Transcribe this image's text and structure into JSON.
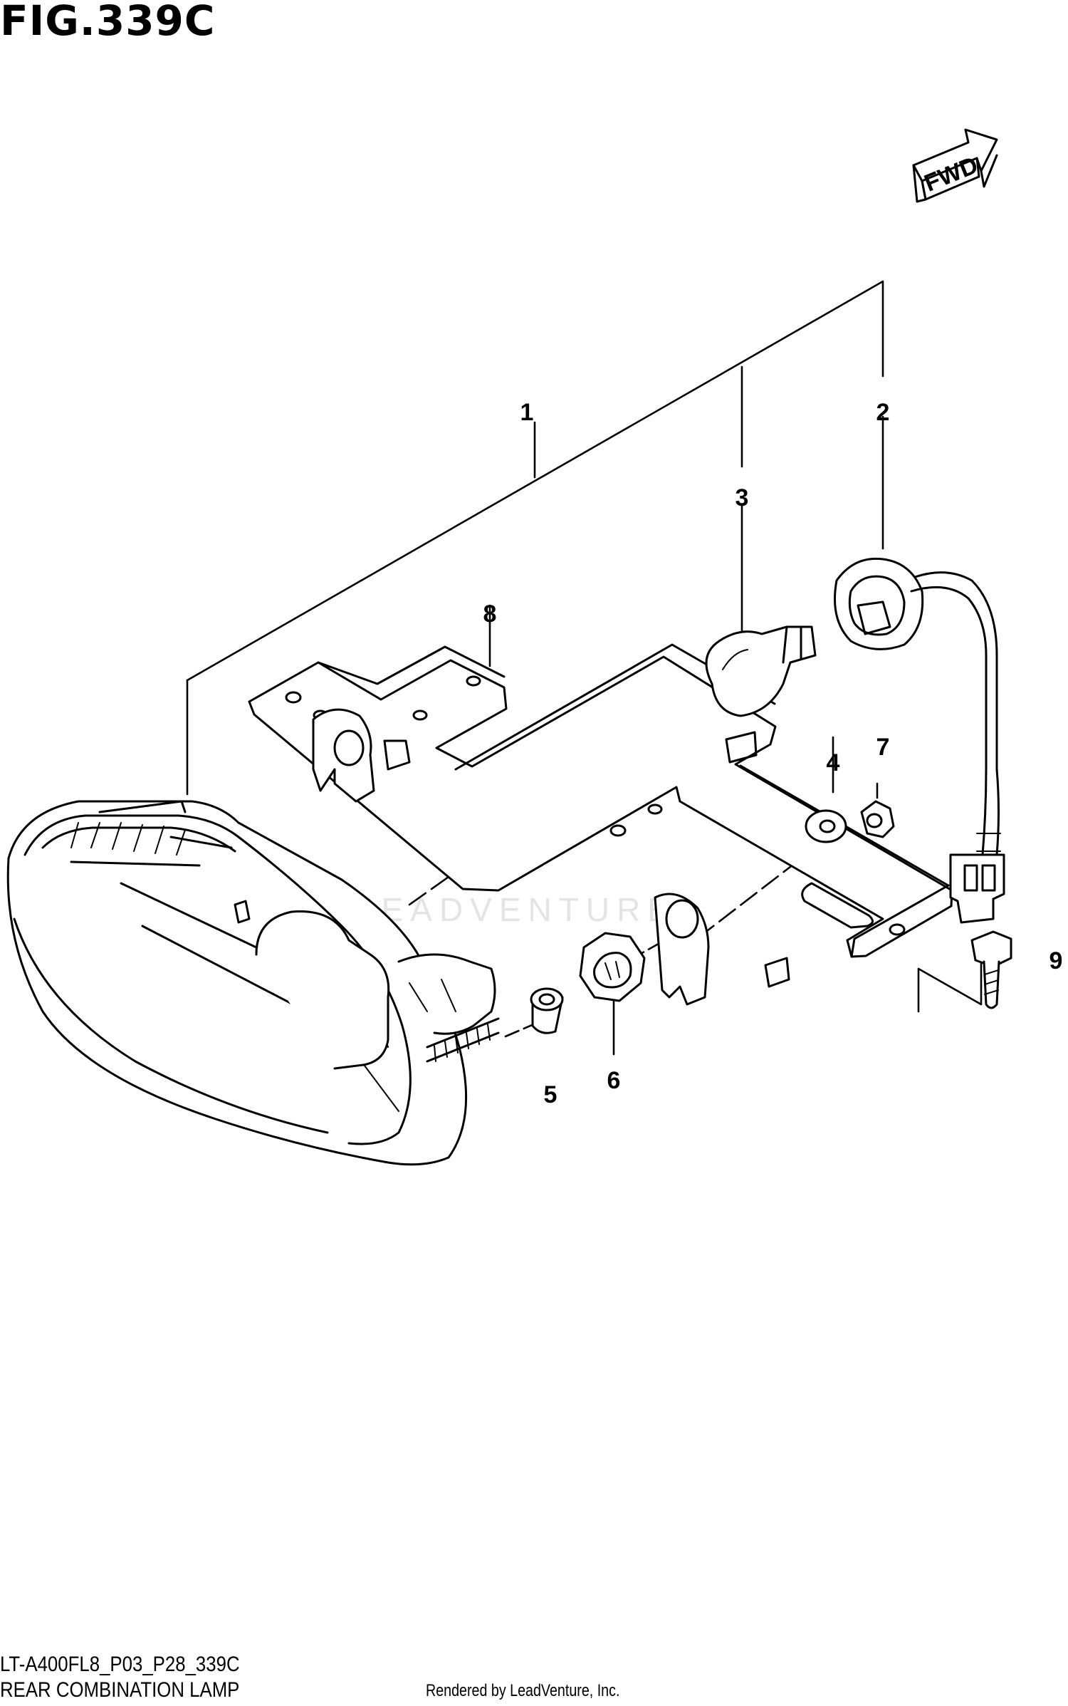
{
  "figure": {
    "title": "FIG.339C"
  },
  "fwd_label": "FWD",
  "callouts": [
    {
      "label": "1"
    },
    {
      "label": "2"
    },
    {
      "label": "3"
    },
    {
      "label": "4"
    },
    {
      "label": "5"
    },
    {
      "label": "6"
    },
    {
      "label": "7"
    },
    {
      "label": "8"
    },
    {
      "label": "9"
    }
  ],
  "watermark": "LEADVENTURE",
  "footer": {
    "code": "LT-A400FL8_P03_P28_339C",
    "caption": "REAR COMBINATION LAMP",
    "credit": "Rendered by LeadVenture, Inc."
  }
}
